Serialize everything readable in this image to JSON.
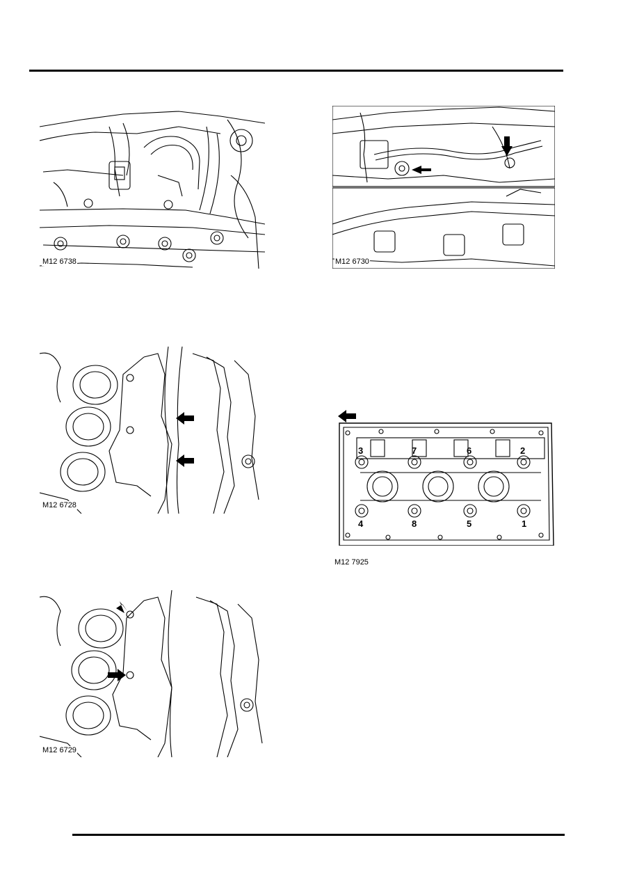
{
  "figures": {
    "fig1": {
      "caption": "M12 6738"
    },
    "fig2": {
      "caption": "M12 6730"
    },
    "fig3": {
      "caption": "M12 6728"
    },
    "fig4": {
      "caption": "M12 7925",
      "bolt_numbers": [
        "3",
        "7",
        "6",
        "2",
        "4",
        "8",
        "5",
        "1"
      ]
    },
    "fig5": {
      "caption": "M12 6729"
    }
  },
  "icons": [
    "arrow-icon"
  ]
}
